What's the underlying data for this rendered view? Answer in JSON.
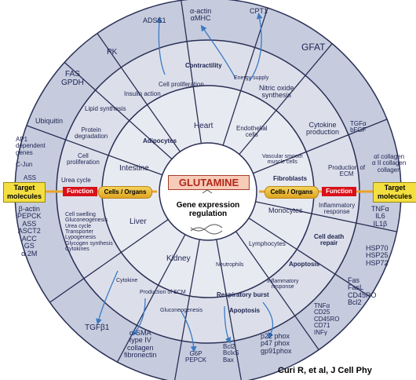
{
  "center": {
    "title": "GLUTAMINE",
    "subtitle": "Gene expression\nregulation"
  },
  "axis_labels": {
    "left_pill": "Cells / Organs",
    "right_pill": "Cells / Organs",
    "left_function": "Function",
    "right_function": "Function",
    "left_target": "Target\nmolecules",
    "right_target": "Target\nmolecules"
  },
  "cells": {
    "heart": "Heart",
    "adipocytes": "Adipocytes",
    "intestine": "Intestine",
    "liver": "Liver",
    "kidney": "Kidney",
    "endothelial": "Endothelial\ncells",
    "vascular": "Vascular smooth\nmuscle cells",
    "fibroblasts": "Fibroblasts",
    "monocytes": "Monocytes",
    "lymphocytes": "Lymphocytes",
    "neutrophils": "Neutrophils"
  },
  "functions": {
    "contractility": "Contractility",
    "cell_prolif_top": "Cell proliferation",
    "energy_supply": "Energy supply",
    "insulin_action": "Insulin action",
    "lipid_synthesis": "Lipid synthesis",
    "protein_degradation": "Protein\ndegradation",
    "cell_prolif_left": "Cell\nproliferation",
    "urea_cycle": "Urea cycle",
    "liver_functions": "Cell swelling\nGluconeogenesis\nUrea cycle\nTransporter\nLypogenesis\nGlycogen synthesis\nCytokines",
    "nitric_oxide": "Nitric oxide\nsynthesis",
    "cytokine_production": "Cytokine\nproduction",
    "production_ecm_right": "Production of\nECM",
    "inflammatory_response": "Inflammatory\nresponse",
    "cell_death": "Cell death\nrepair",
    "apoptosis_right": "Apoptosis",
    "inflammatory_response_small": "Inflammatory\nresponse",
    "respiratory_burst": "Respiratory burst",
    "apoptosis_bottom": "Apoptosis",
    "gluconeogenesis": "Gluconeogenesis",
    "production_ecm_bottom": "Production of ECM",
    "cytokine": "Cytokine"
  },
  "targets": {
    "adss1": "ADSS1",
    "actin_mhc": "α-actin\nαMHC",
    "cpt1": "CPT1",
    "gfat": "GFAT",
    "pk": "PK",
    "fas_gpdh": "FAS\nGPDH",
    "ubiquitin": "Ubiquitin",
    "ap1": "AP1\ndependent\ngenes",
    "cjun": "C-Jun",
    "ass": "ASS",
    "left_list": "β-actin\nPEPCK\nASS\nASCT2\nACC\nGS\nα 2M",
    "tgfa": "TGFα\nbFGF",
    "collagen": "αI collagen\nα II collagen\ncollagen",
    "tnf": "TNFα\nIL6\nIL1β",
    "hsp": "HSP70\nHSP25\nHSP72",
    "fas_list": "Fas\nFasL\nCD45RO\nBcl2",
    "tnf_list": "TNFα\nCD25\nCD45RO\nCD71\nINFγ",
    "phox": "p22 phox\np47 phox\ngp91phox",
    "bcl2": "Bcl2\nBclxS\nBax",
    "g6p": "G6P\nPEPCK",
    "sma": "α-SMA\ntype IV\ncollagen\nfibronectin",
    "tgfb": "TGFβ1"
  },
  "citation": "Curi R, et al, J Cell Phy",
  "colors": {
    "outer_ring": "#c6ccde",
    "middle_ring": "#dcdfea",
    "inner_ring": "#e8eaf1",
    "center_disc": "#ffffff",
    "spoke": "#2a2f55",
    "arrow": "#3c7ac4",
    "function_red": "#d9101a",
    "pill_gold": "#e8b630",
    "target_yellow": "#f4df41"
  }
}
